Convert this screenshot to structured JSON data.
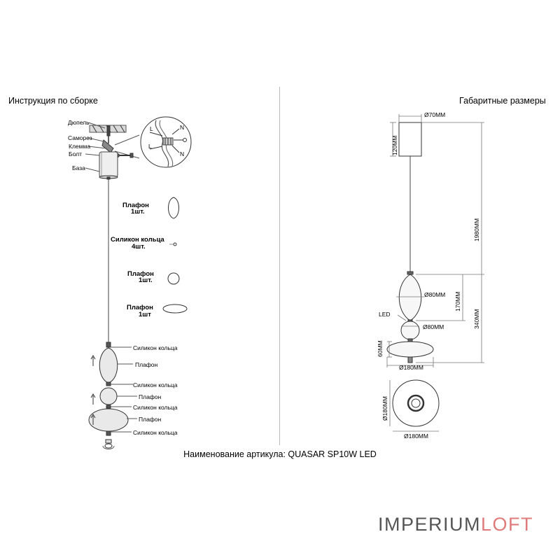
{
  "headings": {
    "assembly": "Инструкция по сборке",
    "dimensions": "Габаритные размеры"
  },
  "article_line": "Наименование артикула: QUASAR SP10W LED",
  "logo": {
    "part1": "IMPERIUM",
    "part2": "LOFT",
    "color1": "#555555",
    "color2": "#e07b7b"
  },
  "assembly": {
    "mount_labels": {
      "dowel": "Дюпель",
      "screw": "Саморез",
      "clamp": "Клемма",
      "bolt": "Болт",
      "base": "База"
    },
    "wiring": {
      "l_top": "L",
      "n_top": "N",
      "l_bottom": "L",
      "n_bottom": "N"
    },
    "parts": {
      "shade1_name": "Плафон",
      "shade1_qty": "1шт.",
      "rings_name": "Силикон кольца",
      "rings_qty": "4шт.",
      "shade2_name": "Плафон",
      "shade2_qty": "1шт.",
      "shade3_name": "Плафон",
      "shade3_qty": "1шт"
    },
    "stack_labels": [
      "Силикон кольца",
      "Плафон",
      "Силикон кольца",
      "Плафон",
      "Силикон кольца",
      "Плафон",
      "Силикон кольца"
    ]
  },
  "dimensions": {
    "canopy_diameter": "Ø70MM",
    "canopy_height": "120MM",
    "total_height": "1980MM",
    "shade1_diameter": "Ø80MM",
    "shade1_height": "170MM",
    "body_height": "340MM",
    "led_label": "LED",
    "shade2_diameter": "Ø80MM",
    "disc_height": "60MM",
    "disc_diameter": "Ø180MM",
    "bottom_side_diameter": "Ø180MM",
    "bottom_diameter": "Ø180MM"
  }
}
